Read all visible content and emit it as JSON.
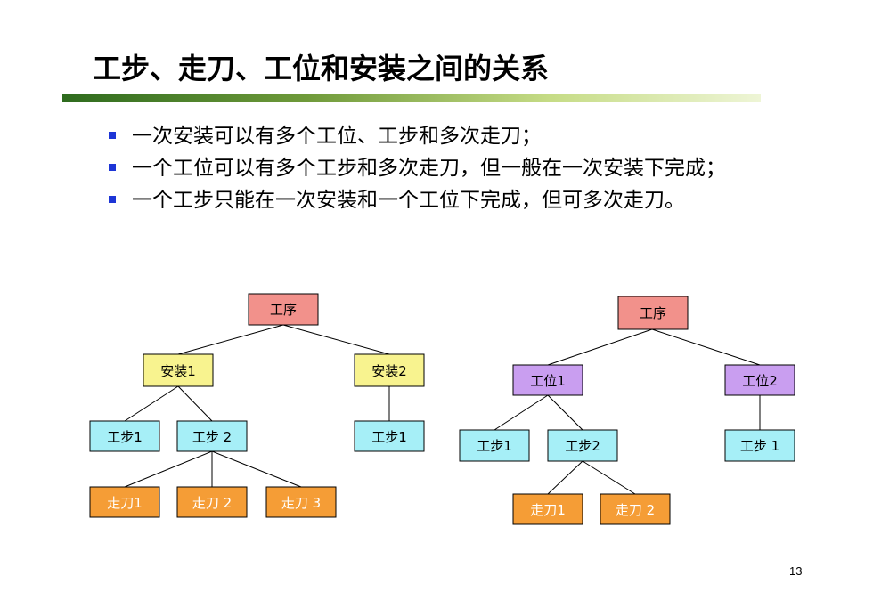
{
  "slide": {
    "title": "工步、走刀、工位和安装之间的关系",
    "page_number": "13",
    "bullets": [
      "一次安装可以有多个工位、工步和多次走刀；",
      "一个工位可以有多个工步和多次走刀，但一般在一次安装下完成；",
      "一个工步只能在一次安装和一个工位下完成，但可多次走刀。"
    ]
  },
  "colors": {
    "process": "#f2918b",
    "install": "#f8f38f",
    "station": "#c99ef0",
    "step": "#a6eff7",
    "pass": "#f59d36"
  },
  "tree_left": {
    "root": "工序",
    "level1": [
      "安装1",
      "安装2"
    ],
    "level2": [
      "工步1",
      "工步 2",
      "工步1"
    ],
    "level3": [
      "走刀1",
      "走刀 2",
      "走刀 3"
    ]
  },
  "tree_right": {
    "root": "工序",
    "level1": [
      "工位1",
      "工位2"
    ],
    "level2": [
      "工步1",
      "工步2",
      "工步 1"
    ],
    "level3": [
      "走刀1",
      "走刀 2"
    ]
  }
}
